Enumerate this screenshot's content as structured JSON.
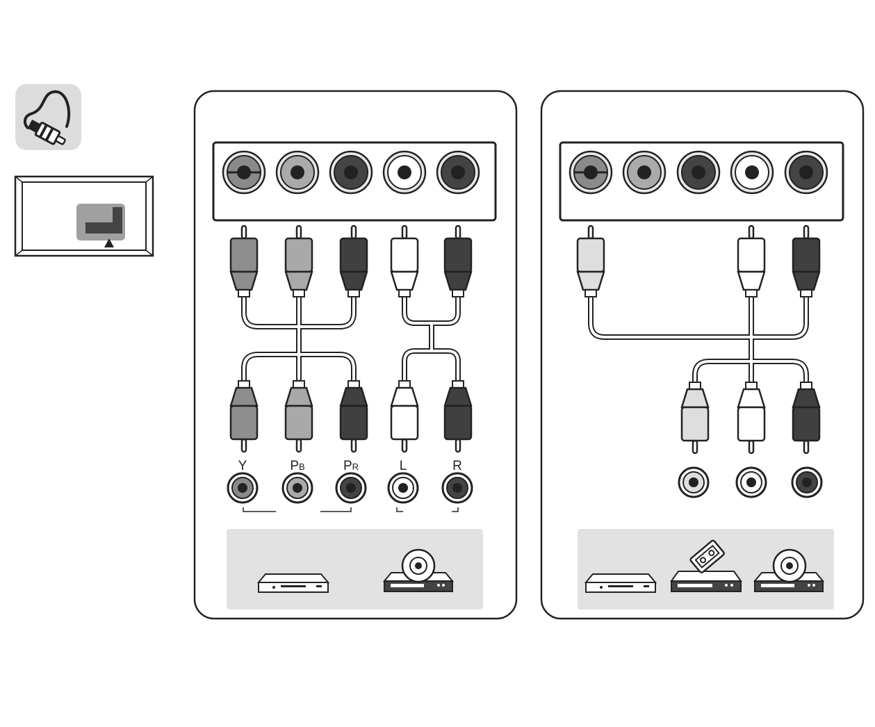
{
  "colors": {
    "panel_stroke": "#222222",
    "jack_gray": "#8a8a8a",
    "jack_light": "#aaaaaa",
    "jack_dark": "#444444",
    "jack_white": "#ffffff",
    "plug_gray": "#8e8e8e",
    "plug_light": "#a9a9a9",
    "plug_dark": "#404040",
    "plug_white": "#ffffff",
    "plug_pale": "#dedede",
    "device_tray": "#e2e2e2",
    "icon_bg": "#dcdcdc"
  },
  "icons": {
    "cable": "rca-cable-icon",
    "tv_location": "tv-rear-connector-location-icon"
  },
  "component_panel": {
    "labels": {
      "y": "Y",
      "pb_main": "P",
      "pb_sub": "B",
      "pr_main": "P",
      "pr_sub": "R",
      "l": "L",
      "r": "R"
    },
    "devices": [
      "blu-ray-player-icon",
      "dvd-player-icon"
    ]
  },
  "composite_panel": {
    "devices": [
      "blu-ray-player-icon",
      "vcr-icon",
      "dvd-player-icon"
    ]
  }
}
